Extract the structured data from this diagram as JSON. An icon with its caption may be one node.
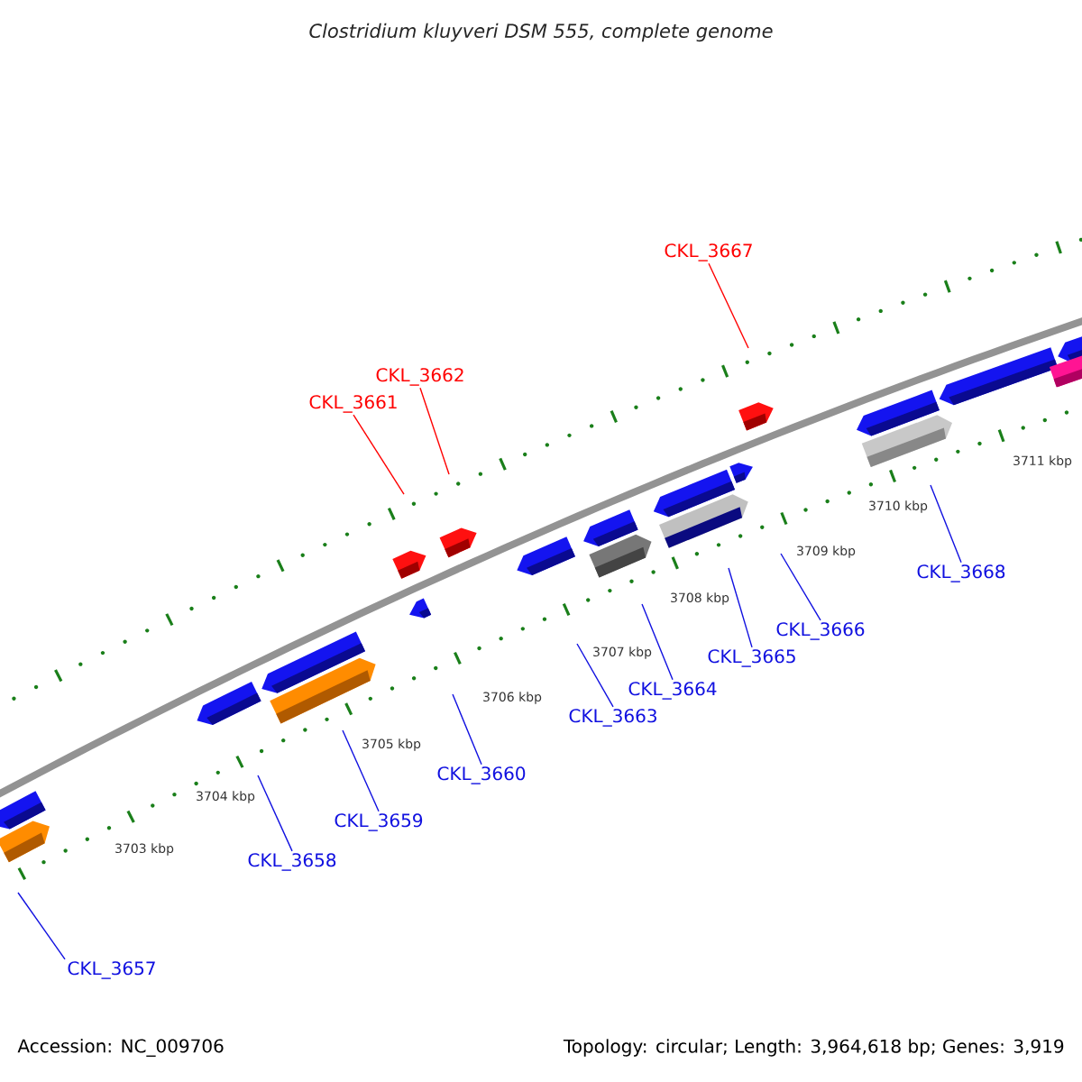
{
  "diagram": {
    "title": "Clostridium kluyveri DSM 555, complete genome",
    "nodes": [
      {
        "text": [
          "CKL_3667"
        ]
      },
      {
        "text": [
          "CKL_3662"
        ]
      },
      {
        "text": [
          "CKL_3661"
        ]
      },
      {
        "text": [
          "CKL_3668"
        ]
      },
      {
        "text": [
          "CKL_3666"
        ]
      },
      {
        "text": [
          "CKL_3665"
        ]
      },
      {
        "text": [
          "CKL_3664"
        ]
      },
      {
        "text": [
          "CKL_3663"
        ]
      },
      {
        "text": [
          "CKL_3660"
        ]
      },
      {
        "text": [
          "CKL_3659"
        ]
      },
      {
        "text": [
          "CKL_3658"
        ]
      },
      {
        "text": [
          "CKL_3657"
        ]
      }
    ],
    "edges": [
      {
        "from": 0,
        "to": null,
        "arrow": "none",
        "color": "#ff0000"
      },
      {
        "from": 1,
        "to": null,
        "arrow": "none",
        "color": "#ff0000"
      },
      {
        "from": 2,
        "to": null,
        "arrow": "none",
        "color": "#ff0000"
      },
      {
        "from": 3,
        "to": null,
        "arrow": "none"
      },
      {
        "from": 4,
        "to": null,
        "arrow": "none"
      },
      {
        "from": 5,
        "to": null,
        "arrow": "none"
      },
      {
        "from": 6,
        "to": null,
        "arrow": "none"
      },
      {
        "from": 7,
        "to": null,
        "arrow": "none"
      },
      {
        "from": 8,
        "to": null,
        "arrow": "none"
      },
      {
        "from": 9,
        "to": null,
        "arrow": "none"
      },
      {
        "from": 10,
        "to": null,
        "arrow": "none"
      },
      {
        "from": 11,
        "to": null,
        "arrow": "none"
      }
    ],
    "labels": [
      "3703 kbp",
      "3704 kbp",
      "3705 kbp",
      "3706 kbp",
      "3707 kbp",
      "3708 kbp",
      "3709 kbp",
      "3710 kbp",
      "3711 kbp",
      "Accession: NC_009706",
      "Topology: circular; Length: 3,964,618 bp; Genes: 3,919"
    ]
  }
}
